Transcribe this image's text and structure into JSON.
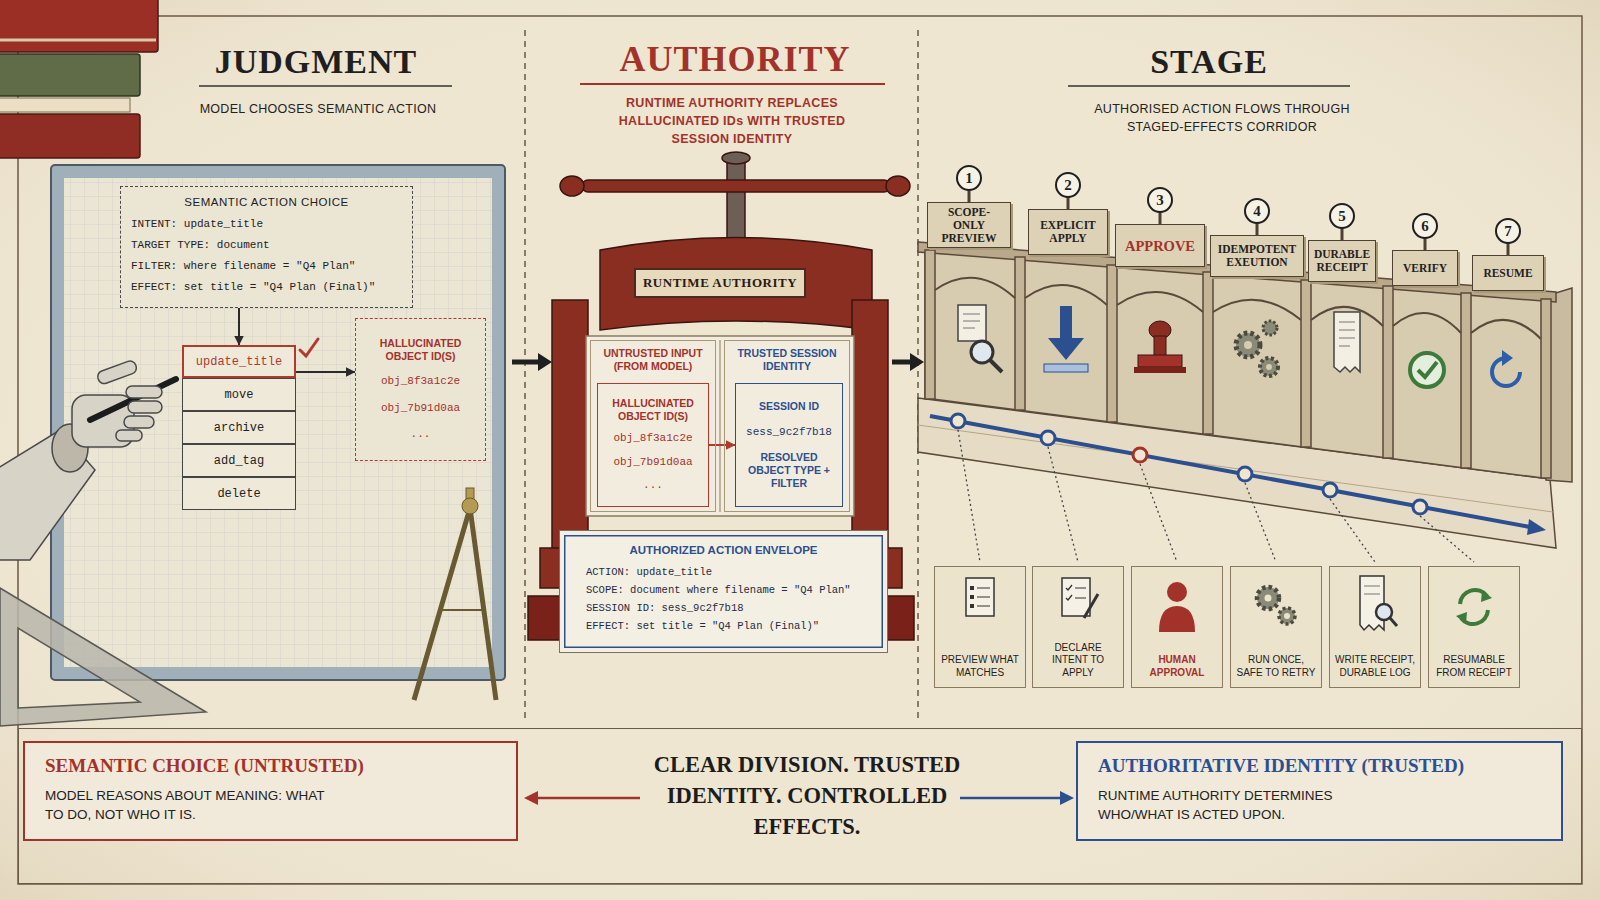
{
  "diagram": {
    "nodes": [
      {
        "text": [
          "SEMANTIC ACTION CHOICE",
          "INTENT: update_title",
          "TARGET TYPE: document",
          "FILTER: where filename = \"Q4 Plan\"",
          "EFFECT: set title = \"Q4 Plan (Final)\""
        ]
      },
      {
        "text": [
          "update_title"
        ]
      },
      {
        "text": [
          "move"
        ]
      },
      {
        "text": [
          "archive"
        ]
      },
      {
        "text": [
          "add_tag"
        ]
      },
      {
        "text": [
          "delete"
        ]
      },
      {
        "text": [
          "HALLUCINATED OBJECT ID(S)",
          "obj_8f3a1c2e",
          "obj_7b91d0aa",
          "..."
        ]
      },
      {
        "text": [
          "RUNTIME AUTHORITY"
        ]
      },
      {
        "text": [
          "UNTRUSTED INPUT (FROM MODEL)"
        ]
      },
      {
        "text": [
          "HALLUCINATED OBJECT ID(S)",
          "obj_8f3a1c2e",
          "obj_7b91d0aa",
          "..."
        ],
        "in": 8
      },
      {
        "text": [
          "TRUSTED SESSION IDENTITY"
        ]
      },
      {
        "text": [
          "SESSION ID",
          "sess_9c2f7b18",
          "RESOLVED OBJECT TYPE + FILTER"
        ],
        "in": 10
      },
      {
        "text": [
          "AUTHORIZED ACTION ENVELOPE",
          "ACTION: update_title",
          "SCOPE: document where filename = \"Q4 Plan\"",
          "SESSION ID: sess_9c2f7b18",
          "EFFECT: set title = \"Q4 Plan (Final)\""
        ]
      },
      {
        "text": [
          "1",
          "SCOPE-ONLY PREVIEW"
        ]
      },
      {
        "text": [
          "2",
          "EXPLICIT APPLY"
        ]
      },
      {
        "text": [
          "3",
          "APPROVE"
        ]
      },
      {
        "text": [
          "4",
          "IDEMPOTENT EXEUTION"
        ]
      },
      {
        "text": [
          "5",
          "DURABLE RECEIPT"
        ]
      },
      {
        "text": [
          "6",
          "VERIFY"
        ]
      },
      {
        "text": [
          "7",
          "RESUME"
        ]
      },
      {
        "text": [
          "PREVIEW WHAT MATCHES"
        ]
      },
      {
        "text": [
          "DECLARE INTENT TO APPLY"
        ]
      },
      {
        "text": [
          "HUMAN APPROVAL"
        ]
      },
      {
        "text": [
          "RUN ONCE, SAFE TO RETRY"
        ]
      },
      {
        "text": [
          "WRITE RECEIPT, DURABLE LOG"
        ]
      },
      {
        "text": [
          "RESUMABLE FROM RECEIPT"
        ]
      },
      {
        "text": [
          "CLEAR DIVISION. TRUSTED IDENTITY. CONTROLLED EFFECTS."
        ]
      },
      {
        "text": [
          "SEMANTIC CHOICE (UNTRUSTED)",
          "MODEL REASONS ABOUT MEANING: WHAT TO DO, NOT WHO IT IS."
        ],
        "in": 26
      },
      {
        "text": [
          "AUTHORITATIVE IDENTITY (TRUSTED)",
          "RUNTIME AUTHORITY DETERMINES WHO/WHAT IS ACTED UPON."
        ],
        "in": 26
      }
    ],
    "edges": [
      {
        "from": 0,
        "to": 1,
        "arrow": "to"
      },
      {
        "from": 1,
        "to": 6,
        "arrow": "to"
      },
      {
        "from": 9,
        "to": 11,
        "arrow": "to"
      }
    ],
    "labels": [
      "JUDGMENT",
      "MODEL CHOOSES SEMANTIC ACTION",
      "AUTHORITY",
      "RUNTIME AUTHORITY REPLACES HALLUCINATED IDs WITH TRUSTED SESSION IDENTITY",
      "STAGE",
      "AUTHORISED ACTION FLOWS THROUGH STAGED-EFFECTS CORRIDOR"
    ]
  }
}
